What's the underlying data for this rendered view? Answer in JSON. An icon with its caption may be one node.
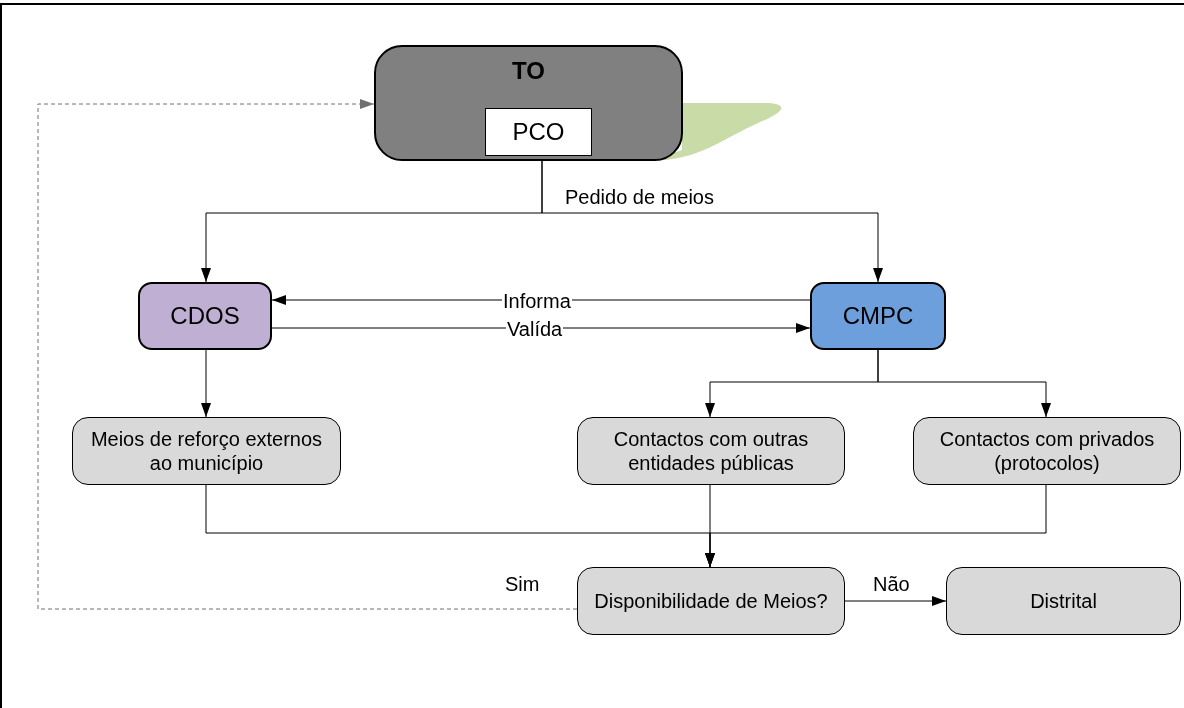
{
  "diagram": {
    "nodes": [
      {
        "text": [
          "TO"
        ]
      },
      {
        "text": [
          "PCO"
        ],
        "in": 0
      },
      {
        "text": [
          "CDOS"
        ]
      },
      {
        "text": [
          "CMPC"
        ]
      },
      {
        "text": [
          "Meios de reforço externos ao município"
        ]
      },
      {
        "text": [
          "Contactos com outras entidades públicas"
        ]
      },
      {
        "text": [
          "Contactos com privados (protocolos)"
        ]
      },
      {
        "text": [
          "Disponibilidade de Meios?"
        ]
      },
      {
        "text": [
          "Distrital"
        ]
      }
    ],
    "edges": [
      {
        "from": 0,
        "to": 2,
        "arrow": "to"
      },
      {
        "from": 0,
        "to": 3,
        "arrow": "to",
        "label": "Pedido de meios"
      },
      {
        "from": 3,
        "to": 2,
        "arrow": "to",
        "label": "Informa"
      },
      {
        "from": 2,
        "to": 3,
        "arrow": "to",
        "label": "Valída"
      },
      {
        "from": 2,
        "to": 4,
        "arrow": "to"
      },
      {
        "from": 3,
        "to": 5,
        "arrow": "to"
      },
      {
        "from": 3,
        "to": 6,
        "arrow": "to"
      },
      {
        "from": 4,
        "to": 7,
        "arrow": "to"
      },
      {
        "from": 5,
        "to": 7,
        "arrow": "to"
      },
      {
        "from": 6,
        "to": 7,
        "arrow": "to"
      },
      {
        "from": 7,
        "to": 8,
        "arrow": "to",
        "label": "Não"
      },
      {
        "from": 7,
        "to": 0,
        "arrow": "to",
        "label": "Sim",
        "style": "dashed",
        "color": "#707070"
      }
    ]
  }
}
